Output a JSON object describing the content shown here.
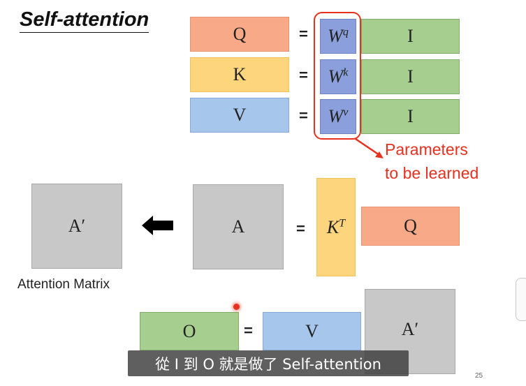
{
  "slide": {
    "title": "Self-attention",
    "page_number": "25"
  },
  "rows": [
    {
      "left": "Q",
      "eq": "=",
      "weight_base": "W",
      "weight_sup": "q",
      "input": "I"
    },
    {
      "left": "K",
      "eq": "=",
      "weight_base": "W",
      "weight_sup": "k",
      "input": "I"
    },
    {
      "left": "V",
      "eq": "=",
      "weight_base": "W",
      "weight_sup": "v",
      "input": "I"
    }
  ],
  "annotation": {
    "line1": "Parameters",
    "line2": "to be learned",
    "color": "#e8301f"
  },
  "attention": {
    "a_prime": "A′",
    "a": "A",
    "eq": "=",
    "kt_base": "K",
    "kt_sup": "T",
    "q": "Q",
    "matrix_label": "Attention Matrix"
  },
  "output": {
    "o": "O",
    "eq": "=",
    "v": "V",
    "a_prime": "A′"
  },
  "subtitle": "從 I 到 O 就是做了 Self-attention",
  "colors": {
    "orange": "#f8a987",
    "yellow": "#fdd57c",
    "blue": "#a7c6ec",
    "green": "#a6cf8f",
    "purple": "#8a9fdb",
    "gray": "#c8c8c8"
  },
  "icons": [
    "left-arrow-icon",
    "red-pointer-arrow-icon",
    "laser-pointer-dot-icon"
  ]
}
